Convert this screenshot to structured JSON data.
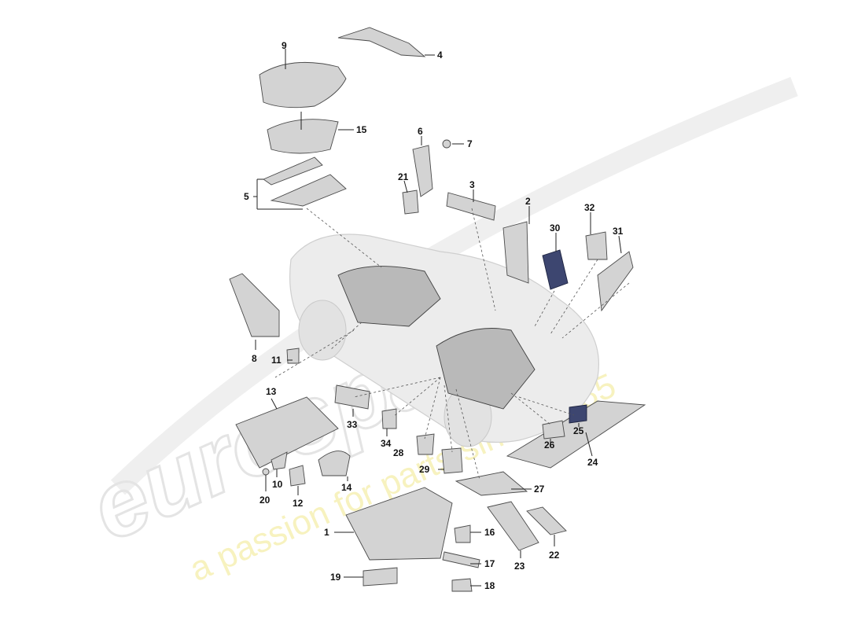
{
  "watermark": {
    "brand": "eurospares",
    "tagline": "a passion for parts since 1985"
  },
  "callouts": [
    {
      "n": "1"
    },
    {
      "n": "2"
    },
    {
      "n": "3"
    },
    {
      "n": "4"
    },
    {
      "n": "5"
    },
    {
      "n": "6"
    },
    {
      "n": "7"
    },
    {
      "n": "8"
    },
    {
      "n": "9"
    },
    {
      "n": "10"
    },
    {
      "n": "11"
    },
    {
      "n": "12"
    },
    {
      "n": "13"
    },
    {
      "n": "14"
    },
    {
      "n": "15"
    },
    {
      "n": "16"
    },
    {
      "n": "17"
    },
    {
      "n": "18"
    },
    {
      "n": "19"
    },
    {
      "n": "20"
    },
    {
      "n": "21"
    },
    {
      "n": "22"
    },
    {
      "n": "23"
    },
    {
      "n": "24"
    },
    {
      "n": "25"
    },
    {
      "n": "26"
    },
    {
      "n": "27"
    },
    {
      "n": "28"
    },
    {
      "n": "29"
    },
    {
      "n": "30"
    },
    {
      "n": "31"
    },
    {
      "n": "32"
    },
    {
      "n": "33"
    },
    {
      "n": "34"
    }
  ]
}
